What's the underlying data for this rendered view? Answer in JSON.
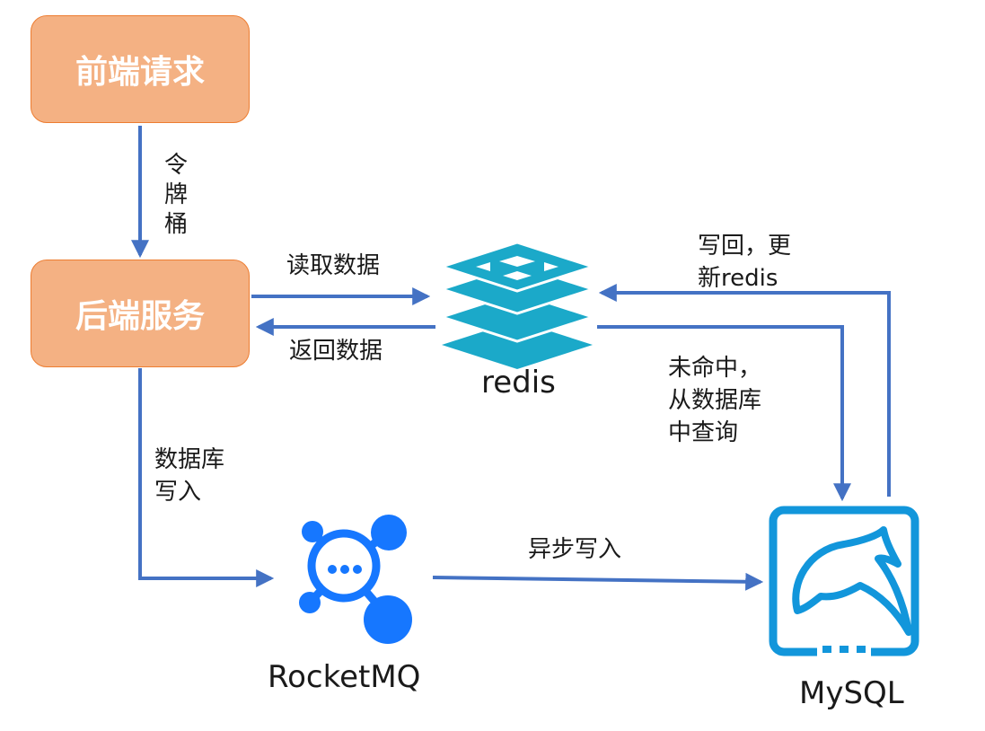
{
  "nodes": {
    "frontend": "前端请求",
    "backend": "后端服务",
    "redis": "redis",
    "rocketmq": "RocketMQ",
    "mysql": "MySQL"
  },
  "edges": {
    "token_bucket": [
      "令",
      "牌",
      "桶"
    ],
    "read_data": "读取数据",
    "return_data": "返回数据",
    "writeback_line1": "写回，更",
    "writeback_line2": "新redis",
    "miss_line1": "未命中，",
    "miss_line2": "从数据库",
    "miss_line3": "中查询",
    "db_write_line1": "数据库",
    "db_write_line2": "写入",
    "async_write": "异步写入"
  },
  "colors": {
    "box_fill": "#f4b183",
    "arrow": "#4472c4",
    "redis": "#1ba9c9",
    "rocketmq": "#1677ff",
    "mysql": "#1296db"
  }
}
